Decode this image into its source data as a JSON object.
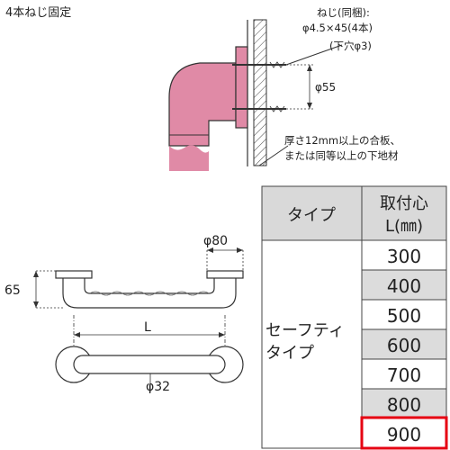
{
  "mount": {
    "title": "4本ねじ固定",
    "screw_line1": "ねじ(同梱):",
    "screw_line2": "φ4.5×45(4本)",
    "screw_line3": "(下穴φ3)",
    "flange_dim": "φ55",
    "board_line1": "厚さ12mm以上の合板、",
    "board_line2": "または同等以上の下地材"
  },
  "bar": {
    "height_dim": "65",
    "flange_dim": "φ80",
    "length_label": "L",
    "pipe_dim": "φ32"
  },
  "spec_table": {
    "header_type": "タイプ",
    "header_len_1": "取付心",
    "header_len_2": "L(㎜)",
    "type_line1": "セーフティ",
    "type_line2": "タイプ",
    "lengths": [
      "300",
      "400",
      "500",
      "600",
      "700",
      "800",
      "900"
    ],
    "highlighted_value": "900",
    "colors": {
      "header_bg": "#d9d9d9",
      "alt_row_bg": "#dcdcdc",
      "highlight": "#e60012",
      "pink": "#e08aa6"
    }
  }
}
